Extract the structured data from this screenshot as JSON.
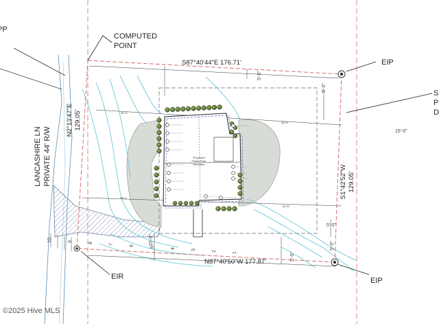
{
  "labels": {
    "computed_point_1": "COMPUTED",
    "computed_point_2": "POINT",
    "eip_top": "EIP",
    "eip_bottom": "EIP",
    "eir": "EIR",
    "edge_left_top": "PP",
    "edge_right_1": "S",
    "edge_right_2": "P",
    "edge_right_3": "D"
  },
  "road": {
    "name": "LANCASHIRE LN",
    "subtitle": "PRIVATE 44' R/W"
  },
  "bearings": {
    "north": "S87°40'44\"E  176.71'",
    "south": "N87°40'50\"W  177.87'",
    "west_1": "N2°13'47\"E",
    "west_2": "129.05'",
    "east_1": "S1°42'52\"W",
    "east_2": "129.05'"
  },
  "setbacks": {
    "front_top": "5'-0\"",
    "side_right_top": "5'-0\"",
    "right_15": "15'-0\"",
    "right_lower": "5'-0\"",
    "right_bottom": "5'-0\"",
    "left_bottom": "15'-0\"",
    "bottom_5": "5'-0\""
  },
  "dims": {
    "d1": "30'-0\"",
    "d2": "46'-8\"",
    "d3": "40'-8\"",
    "d4": "35'-0\""
  },
  "contours": [
    "10",
    "9",
    "8",
    "7",
    "6",
    "5",
    "4",
    "3",
    "2",
    "1"
  ],
  "watermark": "©2025 Hive MLS",
  "colors": {
    "property_line": "#d66b6b",
    "contour": "#6cc7d8",
    "shrub_fill": "#5c7a3a",
    "turf": "#d8dcd6"
  }
}
